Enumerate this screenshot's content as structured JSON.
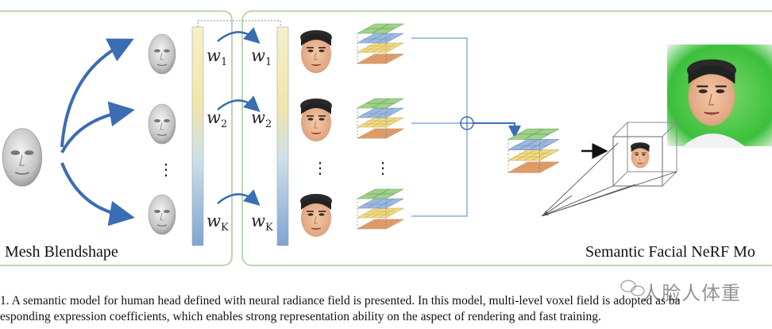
{
  "labels": {
    "left": "Mesh Blendshape",
    "right": "Semantic Facial NeRF Mo"
  },
  "weights": {
    "left": [
      {
        "w": "w",
        "sub": "1"
      },
      {
        "w": "w",
        "sub": "2"
      },
      {
        "w": "w",
        "sub": "K"
      }
    ],
    "right": [
      {
        "w": "w",
        "sub": "1"
      },
      {
        "w": "w",
        "sub": "2"
      },
      {
        "w": "w",
        "sub": "K"
      }
    ]
  },
  "caption": {
    "line1": "1.  A semantic model for human head defined with neural radiance field is presented. In this model, multi-level voxel field is adopted as ba",
    "line2": "esponding expression coefficients, which enables strong representation ability on the aspect of rendering and fast training."
  },
  "watermark": {
    "text": "人脸人体重"
  },
  "colors": {
    "panel_border": "#b7d3a8",
    "arrow_blue": "#3a6db3",
    "line_blue": "#6e9ed0",
    "grid_green": "#9fd18b",
    "grid_blue": "#9db9de",
    "grid_yellow": "#f0dc86",
    "grid_orange": "#e8a978",
    "green_screen": "#3bbf3b"
  }
}
